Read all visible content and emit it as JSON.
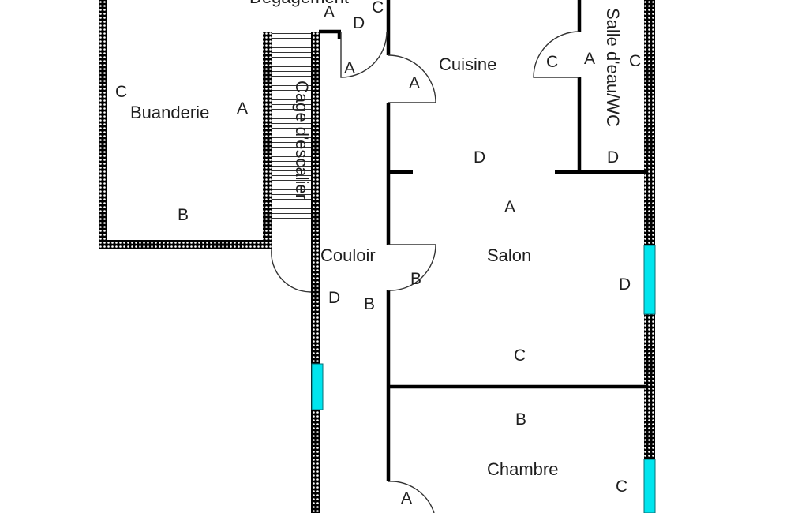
{
  "rooms": {
    "degagement": "Dégagement",
    "cuisine": "Cuisine",
    "salle_deau": "Salle d'eau/WC",
    "buanderie": "Buanderie",
    "cage_escalier": "Cage d'escalier",
    "couloir": "Couloir",
    "salon": "Salon",
    "chambre": "Chambre"
  },
  "wall_letters": {
    "buanderie_c": "C",
    "buanderie_a": "A",
    "buanderie_b": "B",
    "degagement_a": "A",
    "degagement_d": "D",
    "degagement_c": "C",
    "degagement_door_a": "A",
    "cuisine_a": "A",
    "cuisine_d": "D",
    "sdb_c_left": "C",
    "sdb_a": "A",
    "sdb_c_right": "C",
    "sdb_d": "D",
    "salon_a": "A",
    "salon_b": "B",
    "salon_d": "D",
    "salon_c": "C",
    "couloir_d": "D",
    "couloir_b": "B",
    "chambre_b": "B",
    "chambre_c": "C",
    "chambre_a": "A"
  },
  "colors": {
    "window": "#00e5ee",
    "wall_fill": "#000000",
    "wall_dots": "#ffffff"
  }
}
